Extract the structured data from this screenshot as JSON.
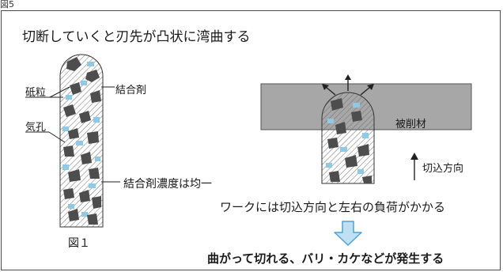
{
  "header": {
    "corner_text": "図5"
  },
  "title": "切断していくと刃先が凸状に湾曲する",
  "figure1": {
    "abrasive_label": "砥粒",
    "binder_label": "結合剤",
    "pore_label": "気孔",
    "uniform_label": "結合剤濃度は均一",
    "caption": "図１"
  },
  "figure2": {
    "work_label": "被削材",
    "cut_dir_label": "切込方向",
    "load_text": "ワークには切込方向と左右の負荷がかかる",
    "result_text": "曲がって切れる、バリ・カケなどが発生する"
  },
  "colors": {
    "work_fill": "#a7a7a7",
    "abrasive": "#4d4d4d",
    "pore": "#8ec9e6",
    "hatch": "#707070",
    "down_arrow_fill": "#bfe0f2",
    "down_arrow_stroke": "#4aa3d6"
  }
}
